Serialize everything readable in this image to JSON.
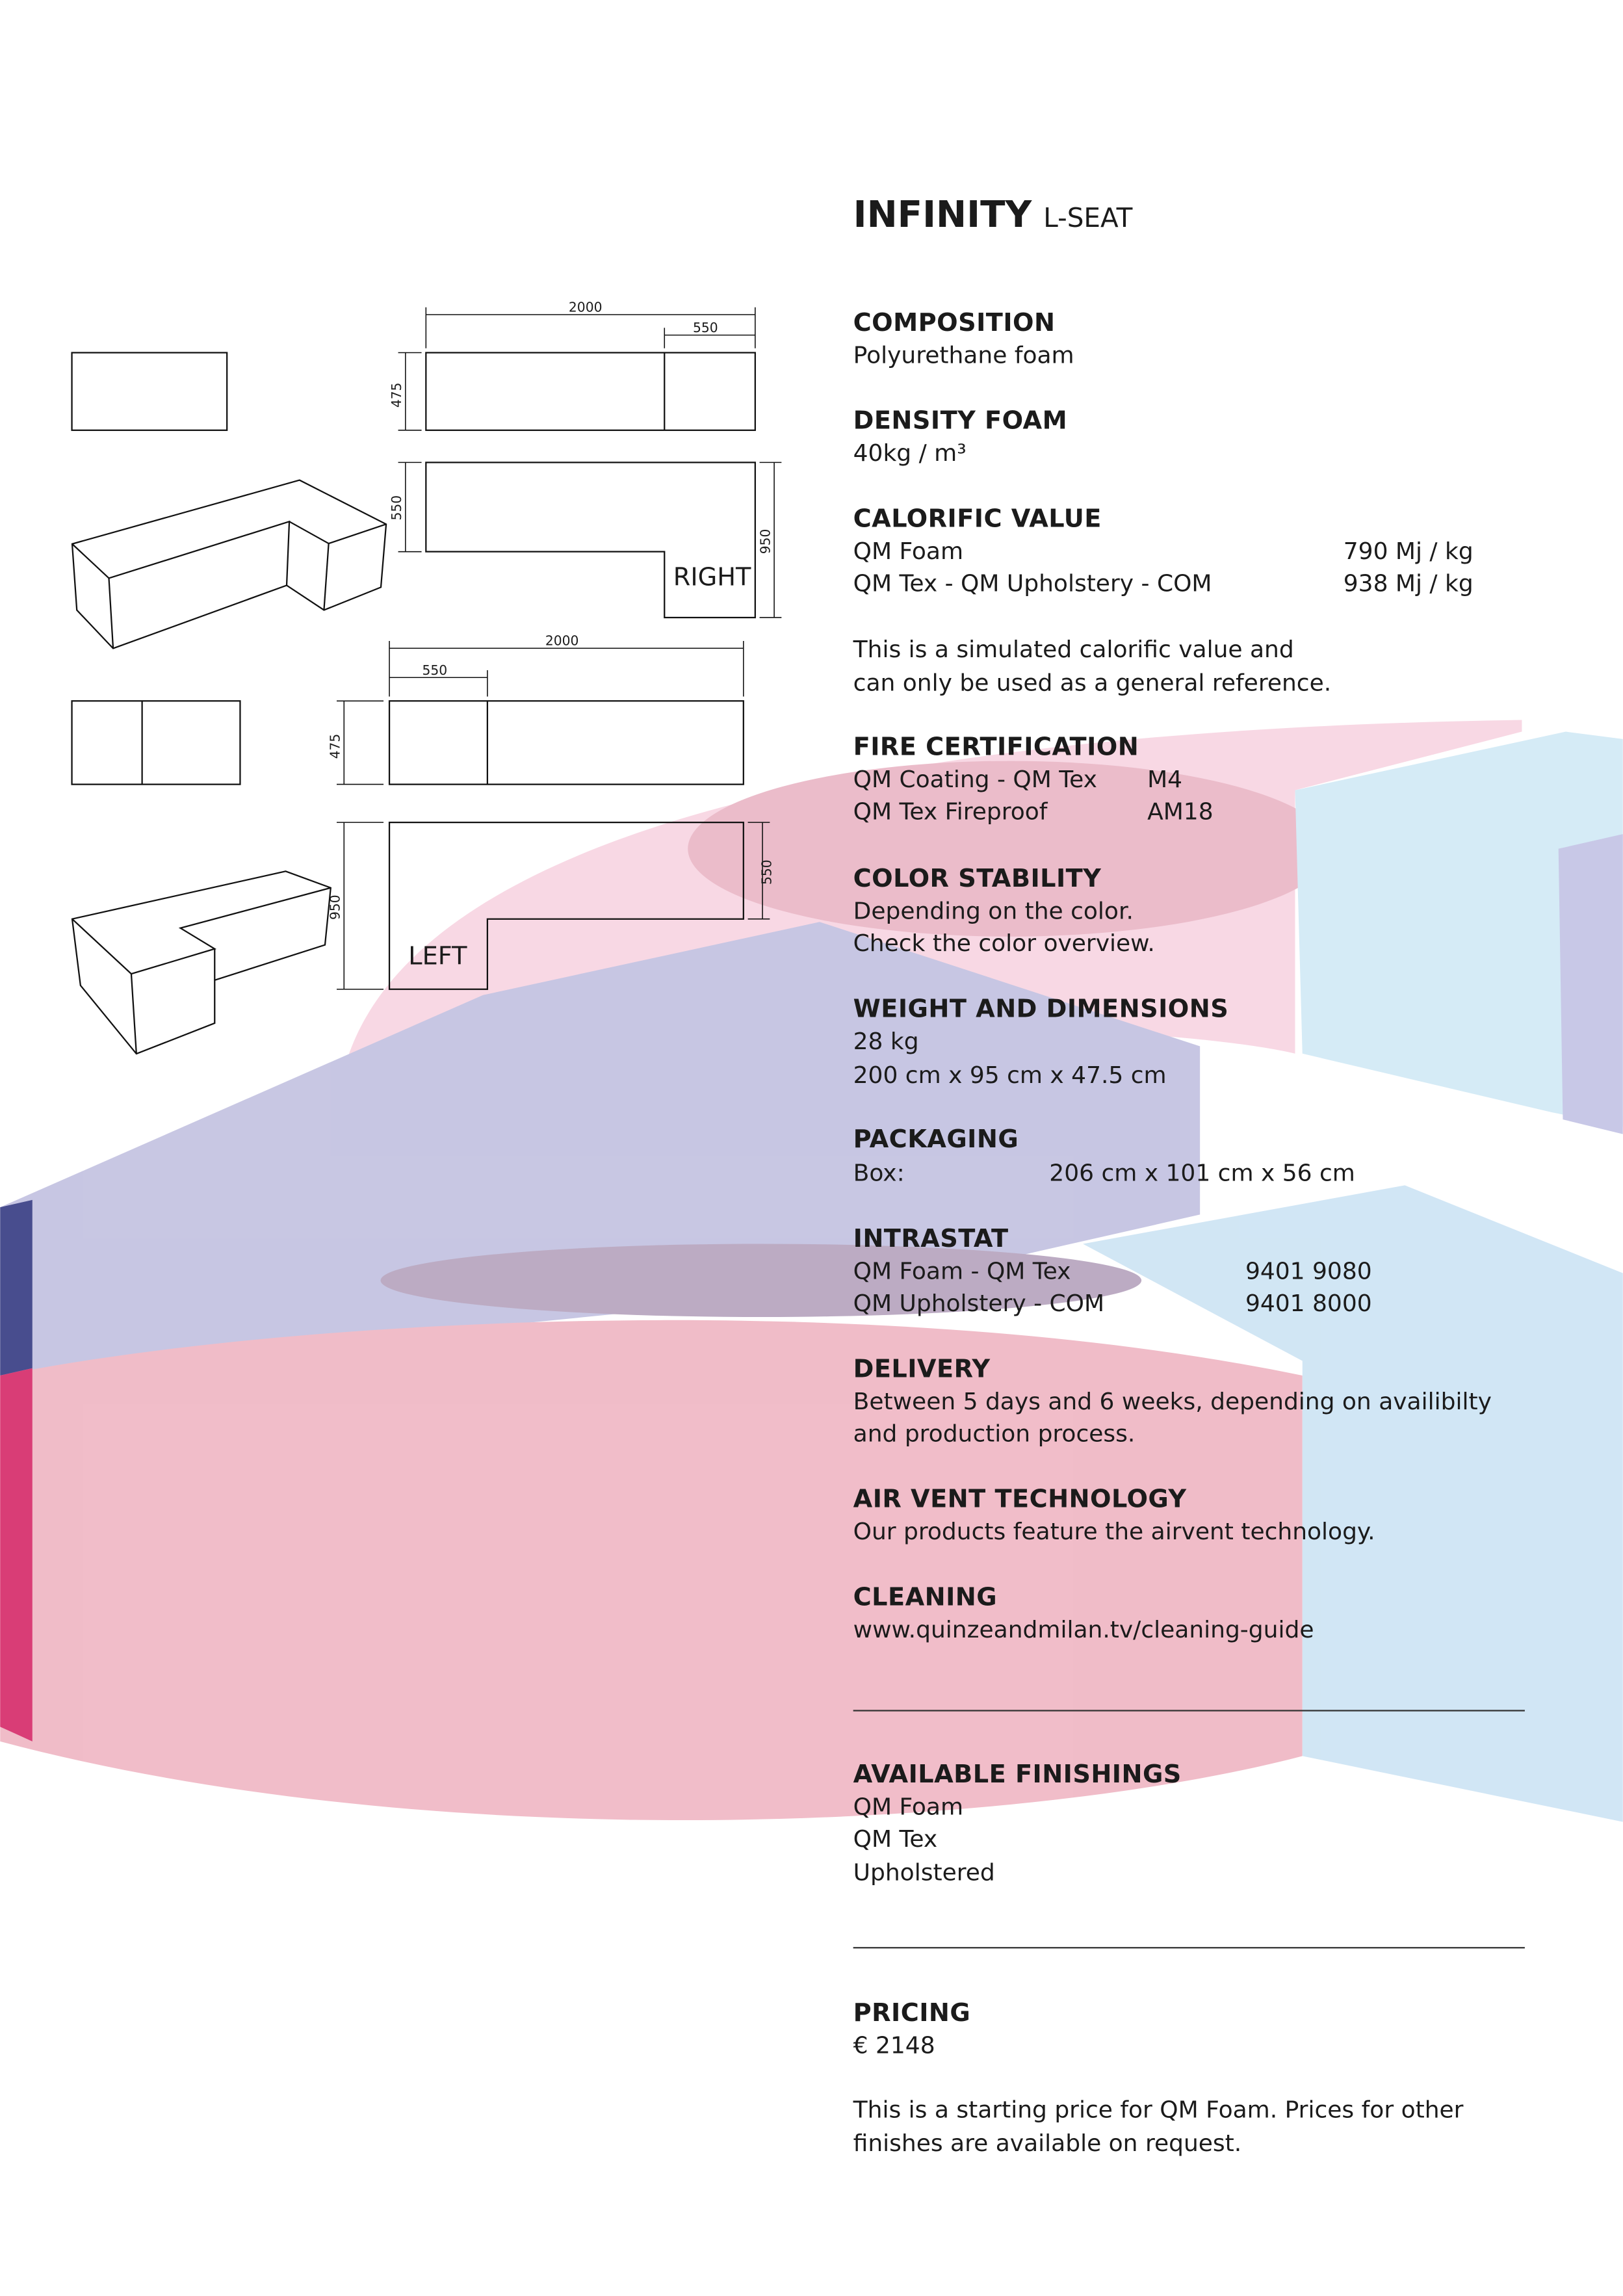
{
  "title": {
    "name": "INFINITY",
    "variant": "L-SEAT"
  },
  "drawings": {
    "right": {
      "width": "2000",
      "seat": "550",
      "height": "475",
      "depth": "550",
      "total_depth": "950",
      "label": "RIGHT"
    },
    "left": {
      "width": "2000",
      "seat": "550",
      "height": "475",
      "depth": "550",
      "total_depth": "950",
      "label": "LEFT"
    }
  },
  "composition": {
    "heading": "COMPOSITION",
    "value": "Polyurethane foam"
  },
  "density": {
    "heading": "DENSITY FOAM",
    "value": "40kg / m³"
  },
  "calorific": {
    "heading": "CALORIFIC VALUE",
    "rows": [
      {
        "label": "QM Foam",
        "value": "790 Mj / kg"
      },
      {
        "label": "QM Tex - QM Upholstery - COM",
        "value": "938 Mj / kg"
      }
    ],
    "note": [
      "This is a simulated calorific value and",
      "can only be used as a general reference."
    ]
  },
  "fire": {
    "heading": "FIRE CERTIFICATION",
    "rows": [
      {
        "label": "QM Coating - QM Tex",
        "value": "M4"
      },
      {
        "label": "QM Tex Fireproof",
        "value": "AM18"
      }
    ]
  },
  "color": {
    "heading": "COLOR STABILITY",
    "lines": [
      "Depending on the color.",
      "Check the color overview."
    ]
  },
  "weight": {
    "heading": "WEIGHT AND DIMENSIONS",
    "lines": [
      "28 kg",
      "200 cm x 95 cm x 47.5 cm"
    ]
  },
  "packaging": {
    "heading": "PACKAGING",
    "label": "Box:",
    "value": "206 cm x 101 cm x 56 cm"
  },
  "intrastat": {
    "heading": "INTRASTAT",
    "rows": [
      {
        "label": "QM Foam - QM Tex",
        "value": "9401 9080"
      },
      {
        "label": "QM Upholstery - COM",
        "value": "9401 8000"
      }
    ]
  },
  "delivery": {
    "heading": "DELIVERY",
    "lines": [
      "Between 5 days and 6 weeks, depending on availibilty",
      "and production process."
    ]
  },
  "airvent": {
    "heading": "AIR VENT TECHNOLOGY",
    "value": "Our products feature the airvent technology."
  },
  "cleaning": {
    "heading": "CLEANING",
    "value": "www.quinzeandmilan.tv/cleaning-guide"
  },
  "finishings": {
    "heading": "AVAILABLE FINISHINGS",
    "items": [
      "QM Foam",
      "QM Tex",
      "Upholstered"
    ]
  },
  "pricing": {
    "heading": "PRICING",
    "value": "€ 2148",
    "note": [
      "This is a starting price for QM Foam. Prices for other",
      "finishes are available on request."
    ]
  },
  "colors": {
    "pink": "#f6cfdd",
    "pink_dark": "#e2b2bf",
    "lavender": "#c7c6e4",
    "blue": "#cfe6f5",
    "magenta": "#d8336f",
    "navy": "#3d4184"
  }
}
